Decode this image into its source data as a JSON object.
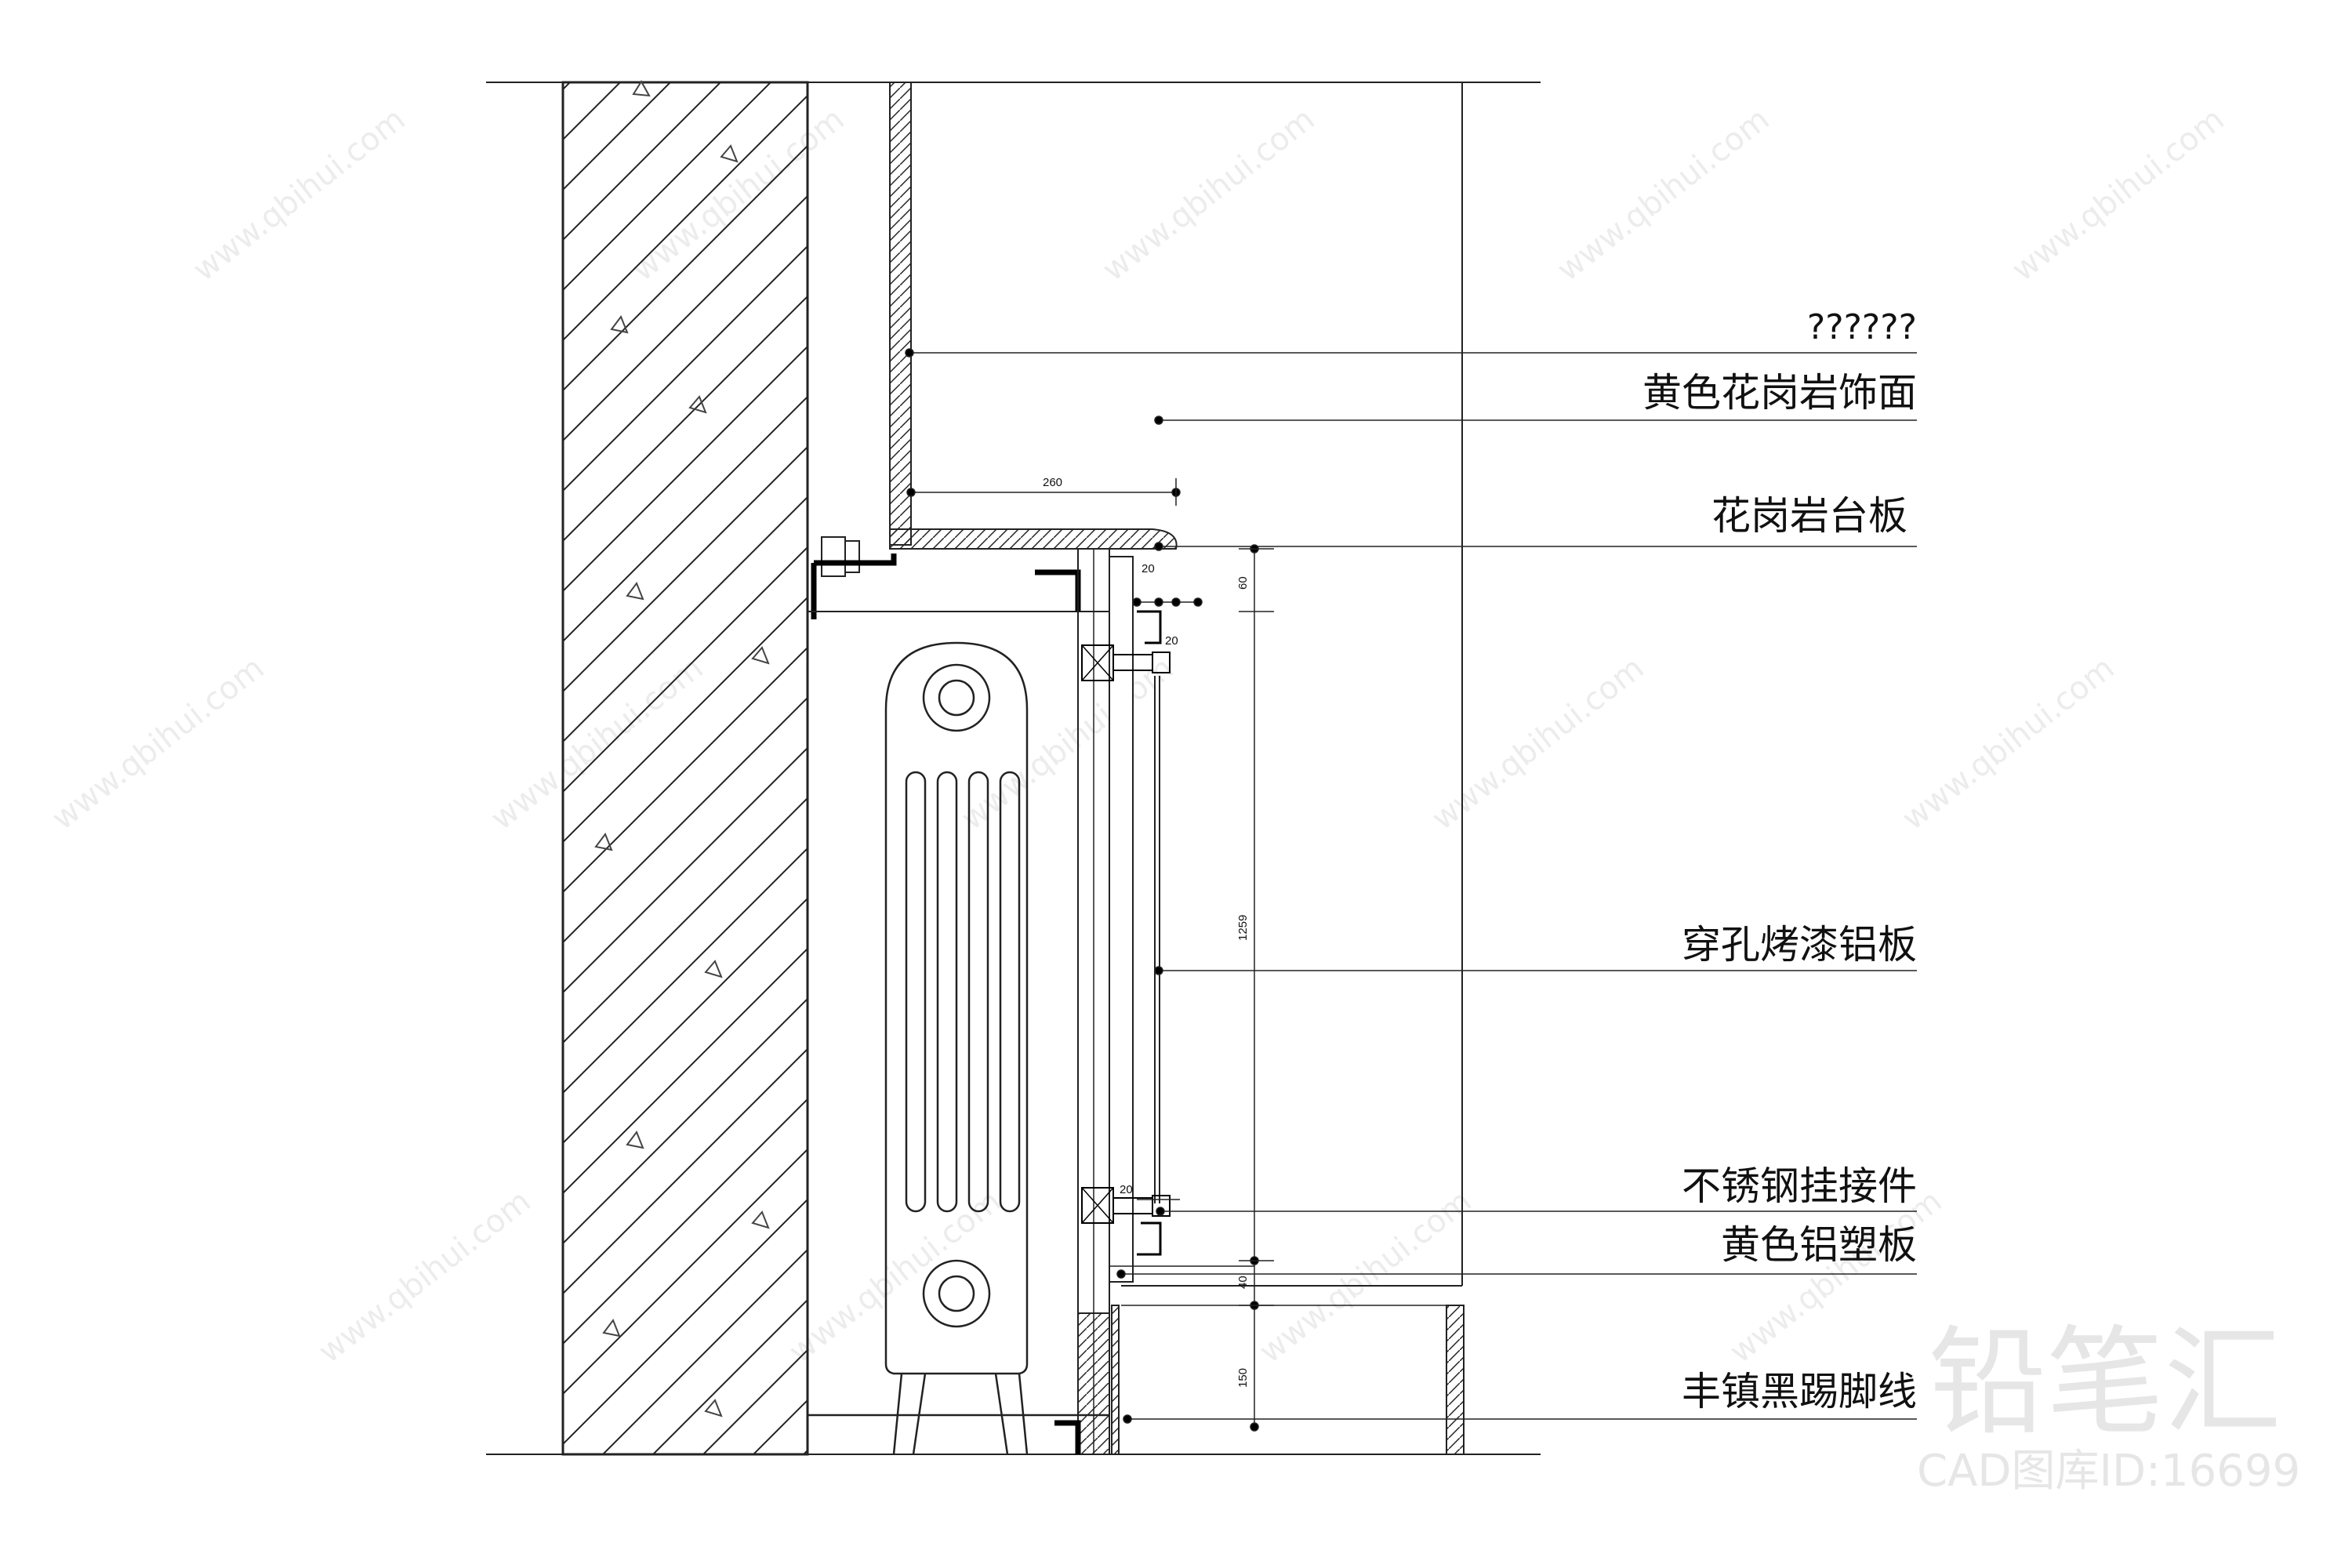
{
  "labels": {
    "unknown": "??????",
    "granite_facing": "黄色花岗岩饰面",
    "granite_countertop": "花岗岩台板",
    "perforated_panel": "穿孔烤漆铝板",
    "steel_hanger": "不锈钢挂接件",
    "aluminum_composite": "黄色铝塑板",
    "baseboard": "丰镇黑踢脚线"
  },
  "dimensions": {
    "d260": "260",
    "d20a": "20",
    "d60": "60",
    "d20b": "20",
    "d1259": "1259",
    "d20c": "20",
    "d40": "40",
    "d150": "150"
  },
  "watermark": {
    "brand": "铅笔汇",
    "caption": "CAD图库ID:16699",
    "site": "www.qbihui.com",
    "logo": "铅笔汇"
  }
}
